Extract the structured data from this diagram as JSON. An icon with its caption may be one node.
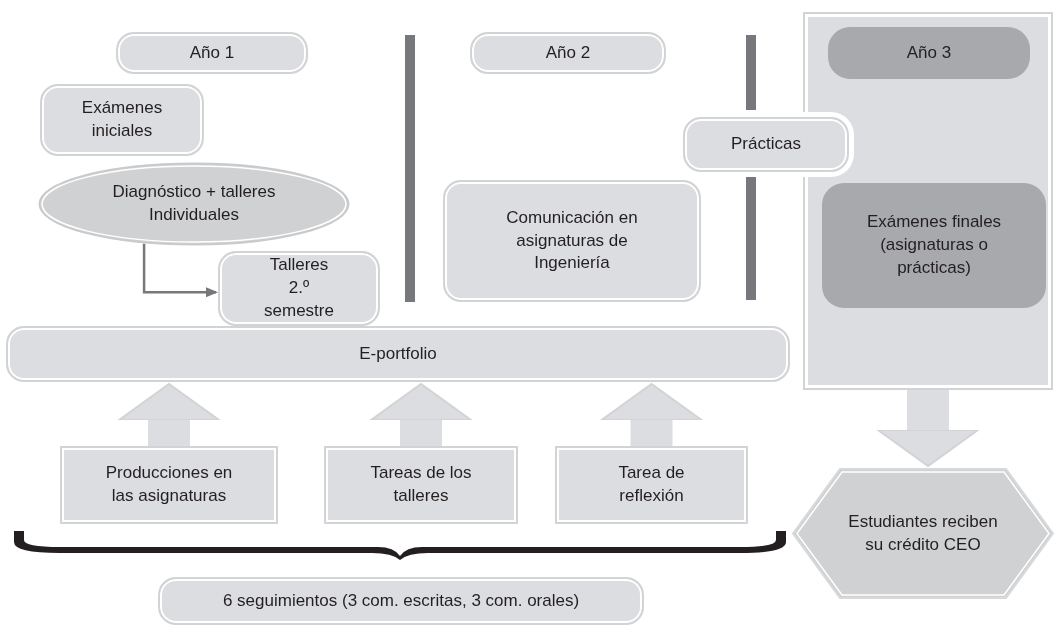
{
  "diagram": {
    "nodes": [
      {
        "text": [
          "Año 1"
        ]
      },
      {
        "text": [
          "Año 2"
        ]
      },
      {
        "text": [],
        "shape": "box"
      },
      {
        "text": [
          "Año 3"
        ],
        "in": 2
      },
      {
        "text": [
          "Exámenes iniciales"
        ]
      },
      {
        "text": [
          "Diagnóstico + talleres Individuales"
        ]
      },
      {
        "text": [
          "Talleres 2.º semestre"
        ]
      },
      {
        "text": [
          "Comunicación en asignaturas de Ingeniería"
        ]
      },
      {
        "text": [
          "Prácticas"
        ]
      },
      {
        "text": [
          "Exámenes finales (asignaturas o prácticas)"
        ],
        "in": 2
      },
      {
        "text": [
          "E-portfolio"
        ]
      },
      {
        "text": [
          "Producciones en las asignaturas"
        ]
      },
      {
        "text": [
          "Tareas de los talleres"
        ]
      },
      {
        "text": [
          "Tarea de reflexión"
        ]
      },
      {
        "text": [
          "Estudiantes reciben su crédito CEO"
        ]
      },
      {
        "text": [],
        "shape": "bracket"
      },
      {
        "text": [
          "6 seguimientos (3 com. escritas, 3 com. orales)"
        ]
      }
    ],
    "edges": [
      {
        "from": 5,
        "to": 6,
        "arrow": "to",
        "color": "#77787b"
      },
      {
        "from": 11,
        "to": 10,
        "arrow": "to"
      },
      {
        "from": 12,
        "to": 10,
        "arrow": "to"
      },
      {
        "from": 13,
        "to": 10,
        "arrow": "to"
      },
      {
        "from": 2,
        "to": 14,
        "arrow": "to"
      }
    ]
  }
}
